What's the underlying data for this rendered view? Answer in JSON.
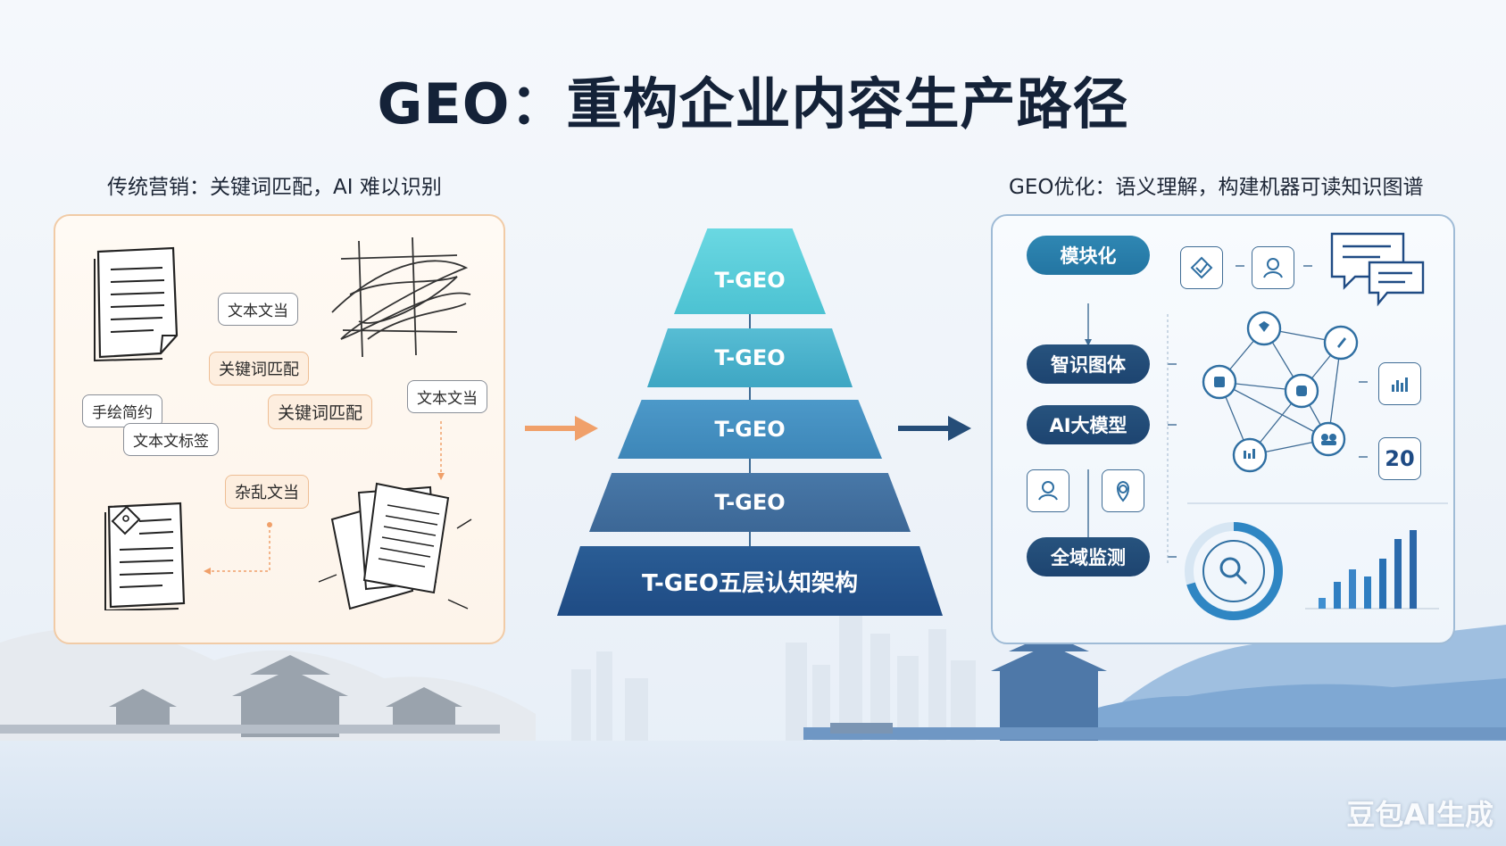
{
  "title": "GEO：重构企业内容生产路径",
  "left_subtitle": "传统营销：关键词匹配，AI 难以识别",
  "right_subtitle": "GEO优化：语义理解，构建机器可读知识图谱",
  "left_tags": [
    "文本文当",
    "关键词匹配",
    "手绘简约",
    "文本文标签",
    "关键词匹配",
    "文本文当",
    "杂乱文当"
  ],
  "pyramid": [
    "T-GEO",
    "T-GEO",
    "T-GEO",
    "T-GEO",
    "T-GEO五层认知架构"
  ],
  "pipeline": [
    "模块化",
    "智识图体",
    "AI大模型",
    "全域监测"
  ],
  "metric_value": "20",
  "watermark": "豆包AI生成",
  "colors": {
    "left_border": "#f1cba6",
    "right_border": "#9fbbd6",
    "left_arrow": "#f0a06a",
    "right_arrow": "#254d78",
    "tier_top": "#5ccfdc",
    "tier_bottom": "#1f4b84"
  }
}
